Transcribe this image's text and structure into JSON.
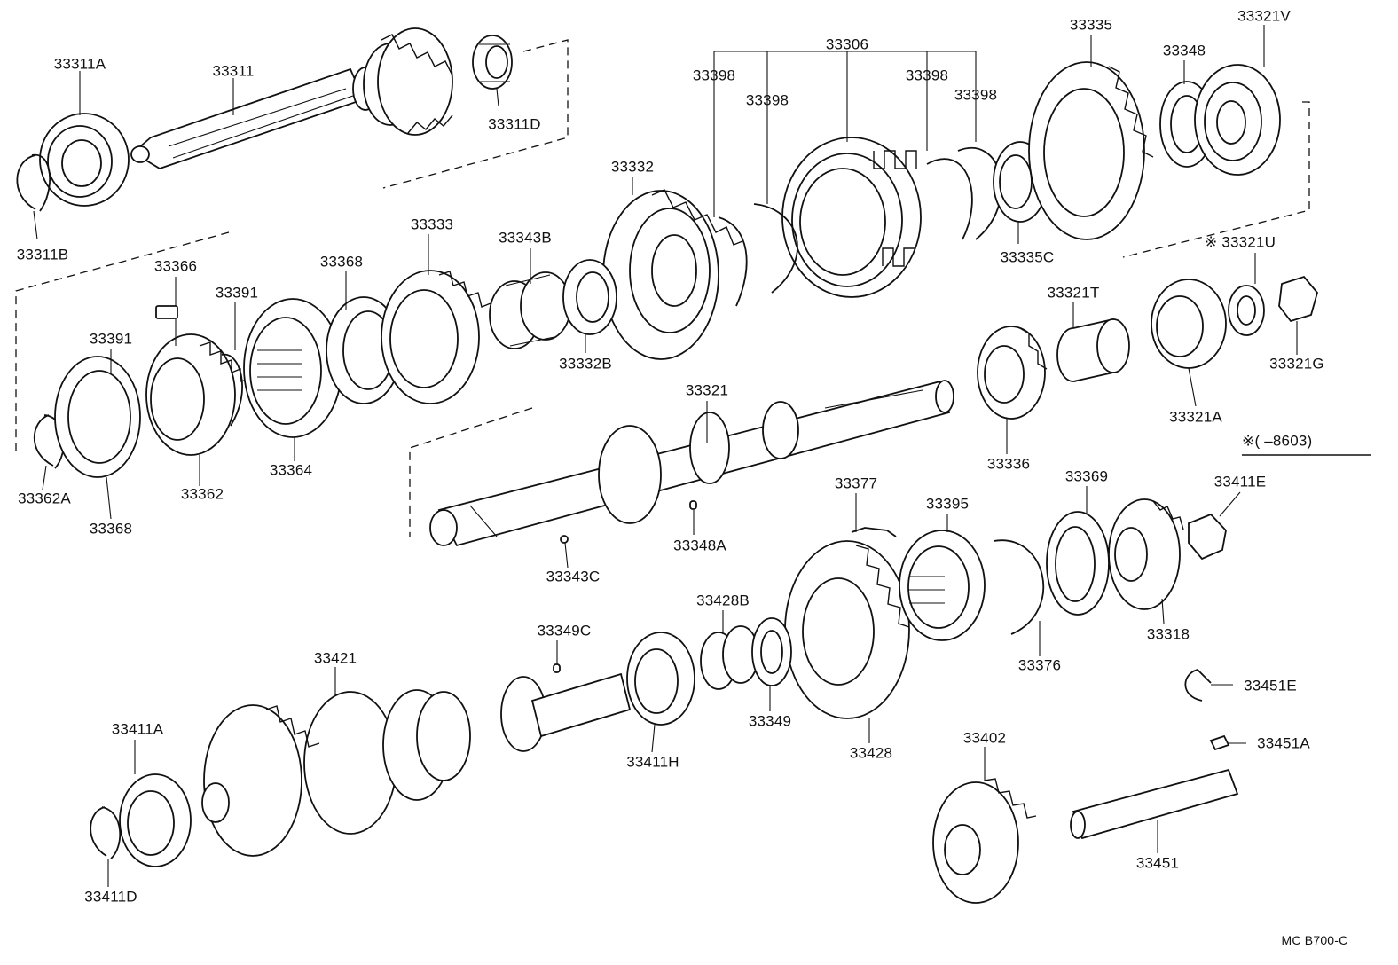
{
  "diagram": {
    "code": "MC  B700-C",
    "note": "※(        –8603)",
    "labels": {
      "p33311A": "33311A",
      "p33311": "33311",
      "p33311D": "33311D",
      "p33311B": "33311B",
      "p33306": "33306",
      "p33398a": "33398",
      "p33398b": "33398",
      "p33398c": "33398",
      "p33398d": "33398",
      "p33335": "33335",
      "p33348": "33348",
      "p33321V": "33321V",
      "p33332": "33332",
      "p33335C": "33335C",
      "p33321U": "※ 33321U",
      "p33366": "33366",
      "p33368a": "33368",
      "p33333": "33333",
      "p33343B": "33343B",
      "p33391a": "33391",
      "p33391b": "33391",
      "p33321T": "33321T",
      "p33332B": "33332B",
      "p33321G": "33321G",
      "p33321": "33321",
      "p33321A": "33321A",
      "p33364": "33364",
      "p33362": "33362",
      "p33362A": "33362A",
      "p33368b": "33368",
      "p33336": "33336",
      "p33377": "33377",
      "p33369": "33369",
      "p33411E": "33411E",
      "p33395": "33395",
      "p33348A": "33348A",
      "p33343C": "33343C",
      "p33428B": "33428B",
      "p33318": "33318",
      "p33349C": "33349C",
      "p33376": "33376",
      "p33421": "33421",
      "p33451E": "33451E",
      "p33349": "33349",
      "p33411A": "33411A",
      "p33411H": "33411H",
      "p33428": "33428",
      "p33402": "33402",
      "p33451A": "33451A",
      "p33451": "33451",
      "p33411D": "33411D"
    }
  }
}
